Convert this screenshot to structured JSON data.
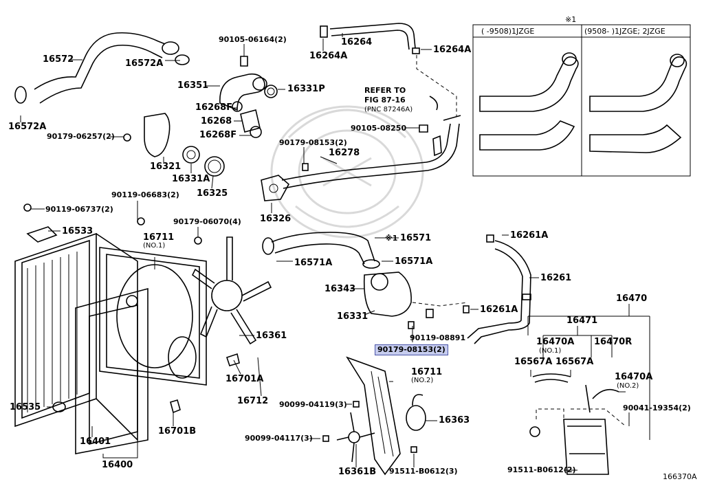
{
  "figure_id": "166370A",
  "inset": {
    "mark": "※1",
    "col1_header": "(      -9508)1JZGE",
    "col2_header": "(9508-       )1JZGE; 2JZGE"
  },
  "note": {
    "line1": "REFER TO",
    "line2": "FIG 87-16",
    "line3": "(PNC 87246A)"
  },
  "labels": {
    "p16572": "16572",
    "p16572A_top": "16572A",
    "p16572A_left": "16572A",
    "p90105_06164": "90105-06164(2)",
    "p16351": "16351",
    "p16331P": "16331P",
    "p16268F_1": "16268F",
    "p16268": "16268",
    "p16268F_2": "16268F",
    "p90179_06257": "90179-06257(2)",
    "p16321": "16321",
    "p16331A": "16331A",
    "p16325": "16325",
    "p16264": "16264",
    "p16264A_1": "16264A",
    "p16264A_2": "16264A",
    "p90105_08250": "90105-08250",
    "p90179_08153_top": "90179-08153(2)",
    "p16278": "16278",
    "p16326": "16326",
    "p90119_06683": "90119-06683(2)",
    "p90119_06737": "90119-06737(2)",
    "p16533": "16533",
    "p90179_06070": "90179-06070(4)",
    "p16711_no1": "16711",
    "p16711_no1_sub": "(NO.1)",
    "p16571": "16571",
    "p16571_mark": "※1",
    "p16571A_1": "16571A",
    "p16571A_2": "16571A",
    "p16343": "16343",
    "p16331": "16331",
    "p16261A_1": "16261A",
    "p16261": "16261",
    "p16261A_2": "16261A",
    "p90119_08891": "90119-08891",
    "p90179_08153_hl": "90179-08153(2)",
    "p16361": "16361",
    "p16701A": "16701A",
    "p16712": "16712",
    "p16711_no2": "16711",
    "p16711_no2_sub": "(NO.2)",
    "p16535": "16535",
    "p16401": "16401",
    "p16400": "16400",
    "p16701B": "16701B",
    "p90099_04119": "90099-04119(3)",
    "p90099_04117": "90099-04117(3)",
    "p16363": "16363",
    "p16361B": "16361B",
    "p91511_B0612_3": "91511-B0612(3)",
    "p16470": "16470",
    "p16471": "16471",
    "p16470A_1": "16470A",
    "p16470A_1_sub": "(NO.1)",
    "p16470R": "16470R",
    "p16567A_1": "16567A",
    "p16567A_2": "16567A",
    "p16470A_2": "16470A",
    "p16470A_2_sub": "(NO.2)",
    "p90041_19354": "90041-19354(2)",
    "p91511_B0612_2": "91511-B0612(2)"
  }
}
